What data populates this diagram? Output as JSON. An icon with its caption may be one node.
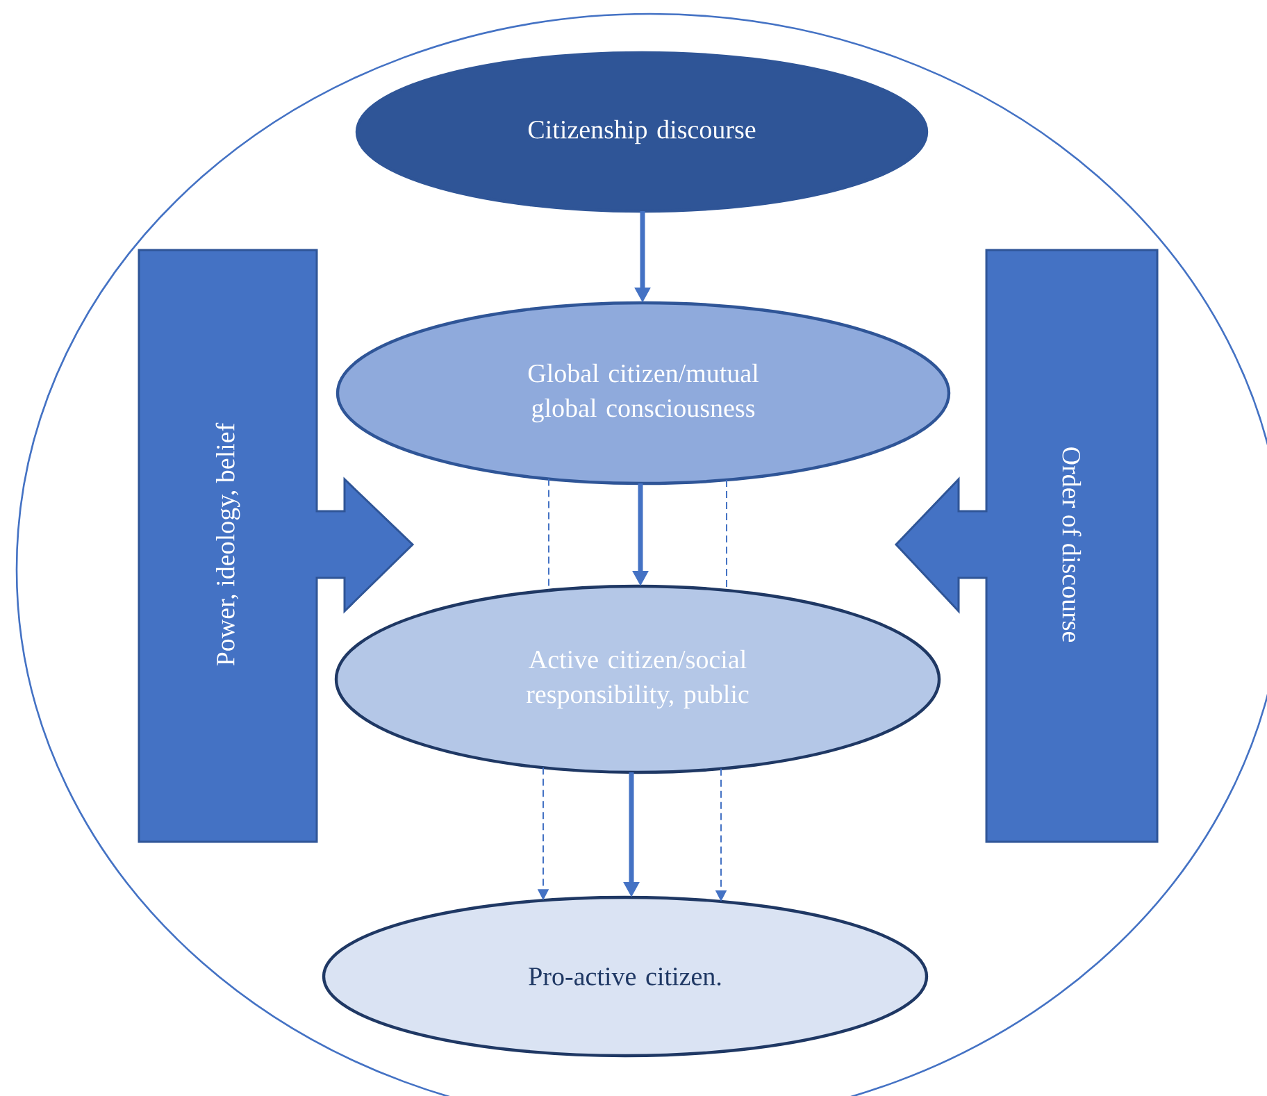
{
  "diagram": {
    "nodes": [
      {
        "text": [],
        "shape": "circle"
      },
      {
        "text": [
          "Citizenship discourse"
        ],
        "in": 0
      },
      {
        "text": [
          "Power, ideology, belief"
        ],
        "in": 0
      },
      {
        "text": [
          "Global citizen/mutual global consciousness"
        ],
        "in": 0
      },
      {
        "text": [
          "Order of discourse"
        ],
        "in": 0
      },
      {
        "text": [
          "Active citizen/social responsibility, public"
        ],
        "in": 0
      },
      {
        "text": [
          "Pro-active citizen."
        ],
        "in": 0
      }
    ],
    "edges": [
      {
        "from": 1,
        "to": 3,
        "arrow": "to",
        "style": "thick"
      },
      {
        "from": 3,
        "to": 5,
        "arrow": "none",
        "style": "dashed"
      },
      {
        "from": 3,
        "to": 5,
        "arrow": "none",
        "style": "dashed"
      },
      {
        "from": 3,
        "to": 5,
        "arrow": "to",
        "style": "thick"
      },
      {
        "from": 5,
        "to": 6,
        "arrow": "to",
        "style": "dashed"
      },
      {
        "from": 5,
        "to": 6,
        "arrow": "to",
        "style": "dashed"
      },
      {
        "from": 5,
        "to": 6,
        "arrow": "to",
        "style": "thick"
      }
    ]
  }
}
